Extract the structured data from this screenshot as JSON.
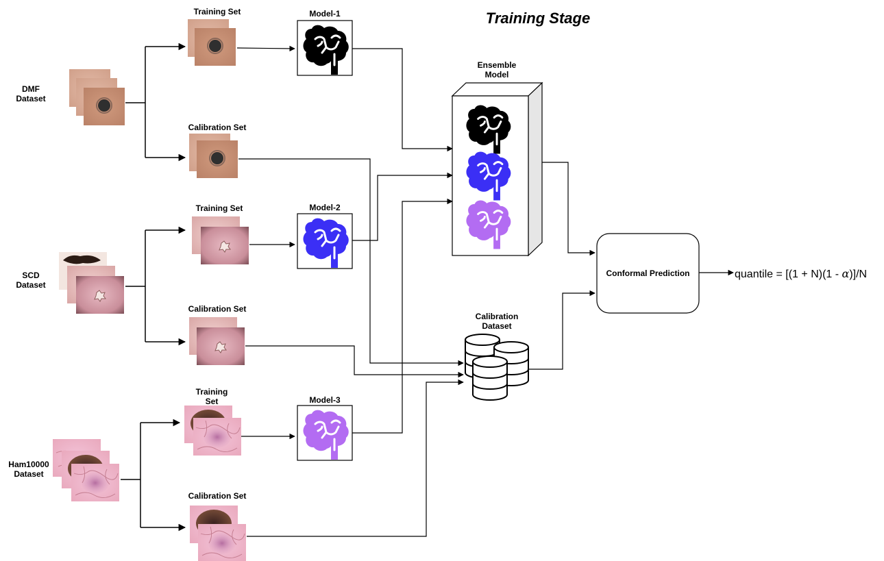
{
  "diagram": {
    "title": "Training Stage",
    "datasets": [
      {
        "name_line1": "DMF",
        "name_line2": "Dataset"
      },
      {
        "name_line1": "SCD",
        "name_line2": "Dataset"
      },
      {
        "name_line1": "Ham10000",
        "name_line2": "Dataset"
      }
    ],
    "training_set_label": "Training Set",
    "training_set_label_wrapped": {
      "line1": "Training",
      "line2": "Set"
    },
    "calibration_set_label": "Calibration Set",
    "models": [
      "Model-1",
      "Model-2",
      "Model-3"
    ],
    "ensemble": {
      "line1": "Ensemble",
      "line2": "Model"
    },
    "calibration_dataset": {
      "line1": "Calibration",
      "line2": "Dataset"
    },
    "conformal_prediction": "Conformal Prediction",
    "formula": {
      "prefix": "quantile = [(1 + N)(1 - ",
      "alpha": "α",
      "suffix": ")]/N"
    },
    "colors": {
      "model1_brain": "#000000",
      "model2_brain": "#3b2ff5",
      "model3_brain": "#b36cf2",
      "line": "#000000",
      "skin_dmf": "#c8957a",
      "skin_scd": "#d7a3aa",
      "skin_ham": "#e8aec4"
    },
    "icons": [
      "brain-icon",
      "database-icon",
      "skin-lesion-image"
    ]
  }
}
